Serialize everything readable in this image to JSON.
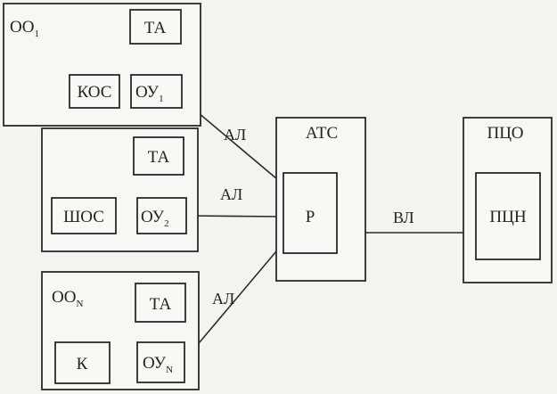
{
  "background_text_lines": [
    "",
    "",
    "",
    "",
    "",
    "",
    "",
    "",
    "",
    "",
    "",
    "",
    "",
    "",
    "",
    "",
    "",
    "",
    "",
    "",
    "",
    ""
  ],
  "nodes": {
    "oo1": {
      "label": "ОО",
      "sub": "1"
    },
    "ta1": {
      "label": "ТА"
    },
    "kos": {
      "label": "КОС"
    },
    "ou1": {
      "label": "ОУ",
      "sub": "1"
    },
    "ta2": {
      "label": "ТА"
    },
    "shos": {
      "label": "ШОС"
    },
    "ou2": {
      "label": "ОУ",
      "sub": "2"
    },
    "oon": {
      "label": "ОО",
      "sub": "N"
    },
    "ta3": {
      "label": "ТА"
    },
    "k": {
      "label": "К"
    },
    "oun": {
      "label": "ОУ",
      "sub": "N"
    },
    "ats": {
      "label": "АТС"
    },
    "r": {
      "label": "Р"
    },
    "pco": {
      "label": "ПЦО"
    },
    "pcn": {
      "label": "ПЦН"
    }
  },
  "links": {
    "al1": "АЛ",
    "al2": "АЛ",
    "al3": "АЛ",
    "vl": "ВЛ"
  }
}
